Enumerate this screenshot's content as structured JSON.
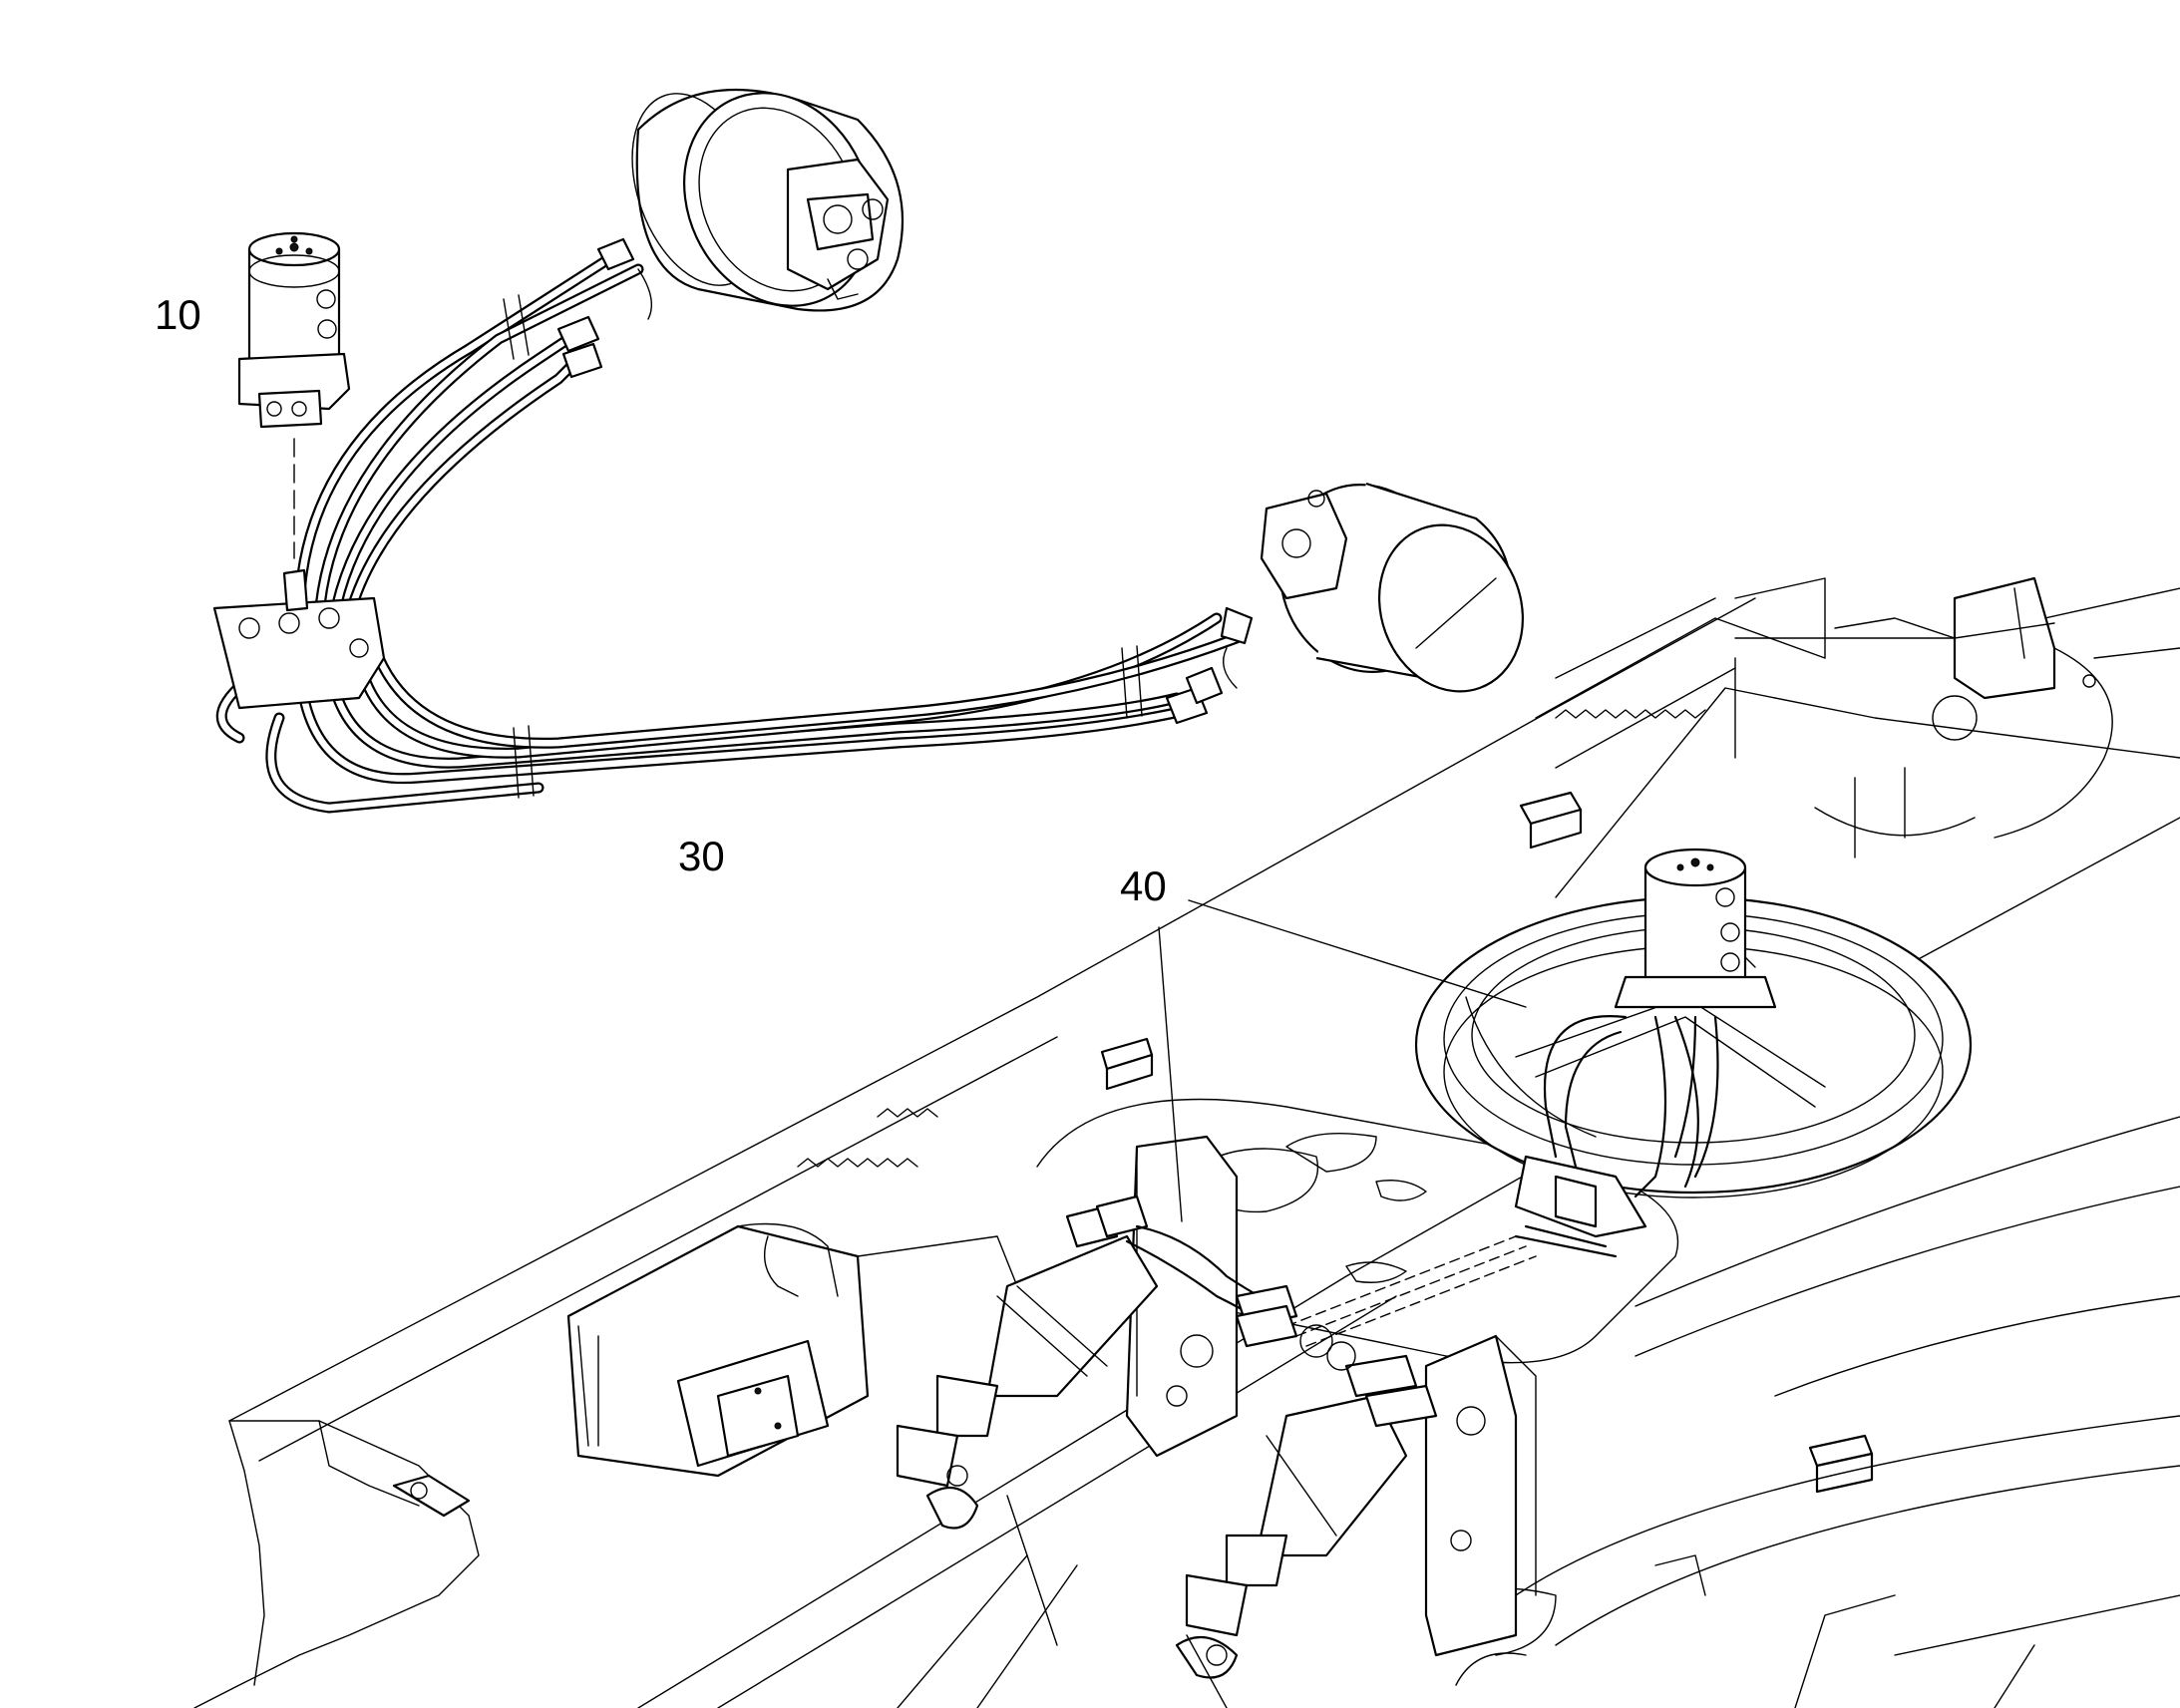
{
  "callouts": {
    "item_10": "10",
    "item_30": "30",
    "item_40": "40"
  },
  "colors": {
    "line": "#000000",
    "background": "#ffffff"
  },
  "icons": [
    "rotary-joint",
    "travel-motor",
    "hydraulic-hose-set",
    "undercarriage-frame",
    "blade-cylinder"
  ]
}
